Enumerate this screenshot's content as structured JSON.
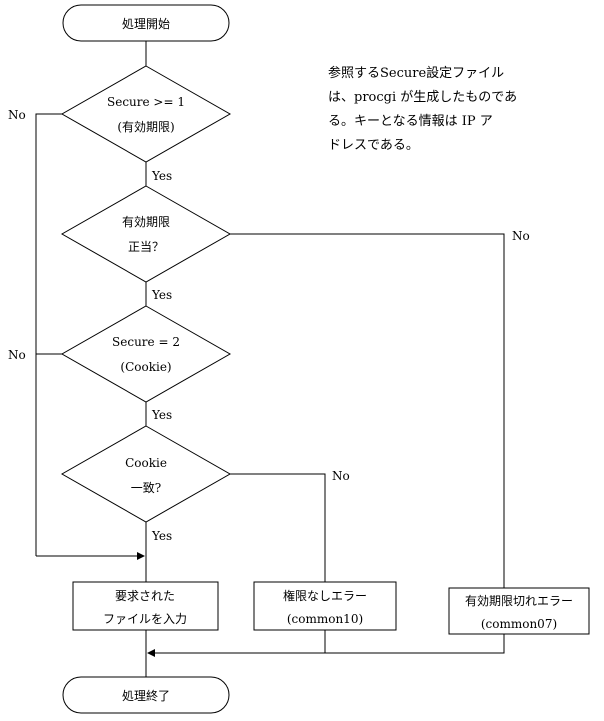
{
  "note": {
    "lines": [
      "参照するSecure設定ファイル",
      "は、procgi が生成したものであ",
      "る。キーとなる情報は IP ア",
      "ドレスである。"
    ]
  },
  "nodes": {
    "start": "処理開始",
    "d1": {
      "line1": "Secure >= 1",
      "line2": "(有効期限)"
    },
    "d2": {
      "line1": "有効期限",
      "line2": "正当？"
    },
    "d3": {
      "line1": "Secure = 2",
      "line2": "(Cookie)"
    },
    "d4": {
      "line1": "Cookie",
      "line2": "一致?"
    },
    "req": {
      "line1": "要求された",
      "line2": "ファイルを入力"
    },
    "err10": {
      "line1": "権限なしエラー",
      "line2": "(common10)"
    },
    "err07": {
      "line1": "有効期限切れエラー",
      "line2": "(common07)"
    },
    "end": "処理終了"
  },
  "labels": {
    "yes1": "Yes",
    "yes2": "Yes",
    "yes3": "Yes",
    "yes4": "Yes",
    "no1": "No",
    "no2": "No",
    "no3": "No",
    "no4": "No"
  }
}
